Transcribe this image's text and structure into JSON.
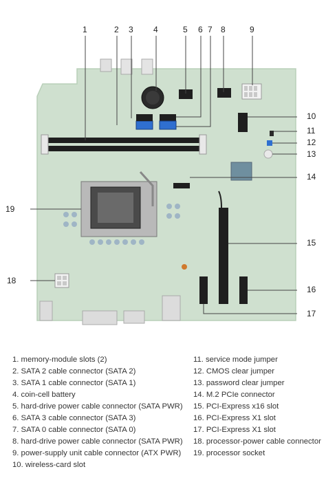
{
  "callouts": {
    "n1": "1",
    "n2": "2",
    "n3": "3",
    "n4": "4",
    "n5": "5",
    "n6": "6",
    "n7": "7",
    "n8": "8",
    "n9": "9",
    "n10": "10",
    "n11": "11",
    "n12": "12",
    "n13": "13",
    "n14": "14",
    "n15": "15",
    "n16": "16",
    "n17": "17",
    "n18": "18",
    "n19": "19"
  },
  "legend_left": [
    "1. memory-module slots (2)",
    "2. SATA 2 cable connector (SATA 2)",
    "3. SATA 1 cable connector (SATA 1)",
    "4. coin-cell battery",
    "5. hard-drive power cable connector (SATA PWR)",
    "6. SATA 3 cable connector (SATA 3)",
    "7. SATA 0 cable connector (SATA 0)",
    "8. hard-drive power cable connector (SATA PWR)",
    "9. power-supply unit cable connector (ATX PWR)",
    "10. wireless-card slot"
  ],
  "legend_right": [
    "11. service mode jumper",
    "12. CMOS clear jumper",
    "13. password clear jumper",
    "14. M.2 PCIe connector",
    "15. PCI-Express x16 slot",
    "16. PCI-Express X1 slot",
    "17. PCI-Express X1 slot",
    "18. processor-power cable connector",
    "19. processor socket"
  ],
  "colors": {
    "board": "#cfe0cf",
    "board_edge": "#b9cfb9",
    "connector_black": "#1f1f1f",
    "sata_blue": "#2f6fd0",
    "leader_line": "#444444"
  },
  "icons": {
    "cpu_socket": "processor-socket-icon",
    "battery": "coin-cell-battery-icon"
  }
}
